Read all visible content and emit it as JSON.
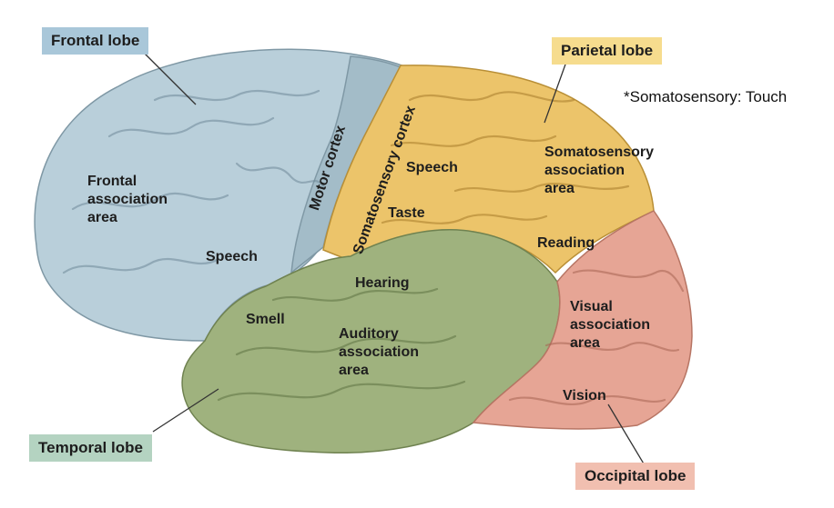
{
  "lobes": {
    "frontal": {
      "label": "Frontal lobe",
      "color": "#a9c7d9"
    },
    "parietal": {
      "label": "Parietal lobe",
      "color": "#f6dc8e"
    },
    "temporal": {
      "label": "Temporal lobe",
      "color": "#b4d3c1"
    },
    "occipital": {
      "label": "Occipital lobe",
      "color": "#f1bfb0"
    }
  },
  "areas": {
    "frontal_association": [
      "Frontal",
      "association",
      "area"
    ],
    "speech_frontal": "Speech",
    "motor_cortex": "Motor cortex",
    "somatosensory_cortex": "Somatosensory cortex",
    "speech_parietal": "Speech",
    "taste": "Taste",
    "somatosensory_association": [
      "Somatosensory",
      "association",
      "area"
    ],
    "reading": "Reading",
    "hearing": "Hearing",
    "smell": "Smell",
    "auditory_association": [
      "Auditory",
      "association",
      "area"
    ],
    "visual_association": [
      "Visual",
      "association",
      "area"
    ],
    "vision": "Vision"
  },
  "note": "*Somatosensory: Touch",
  "region_colors": {
    "frontal": "#b9cfda",
    "motor": "#a3bcc8",
    "parietal": "#ecc46a",
    "temporal": "#9fb27e",
    "occipital": "#e6a595"
  }
}
